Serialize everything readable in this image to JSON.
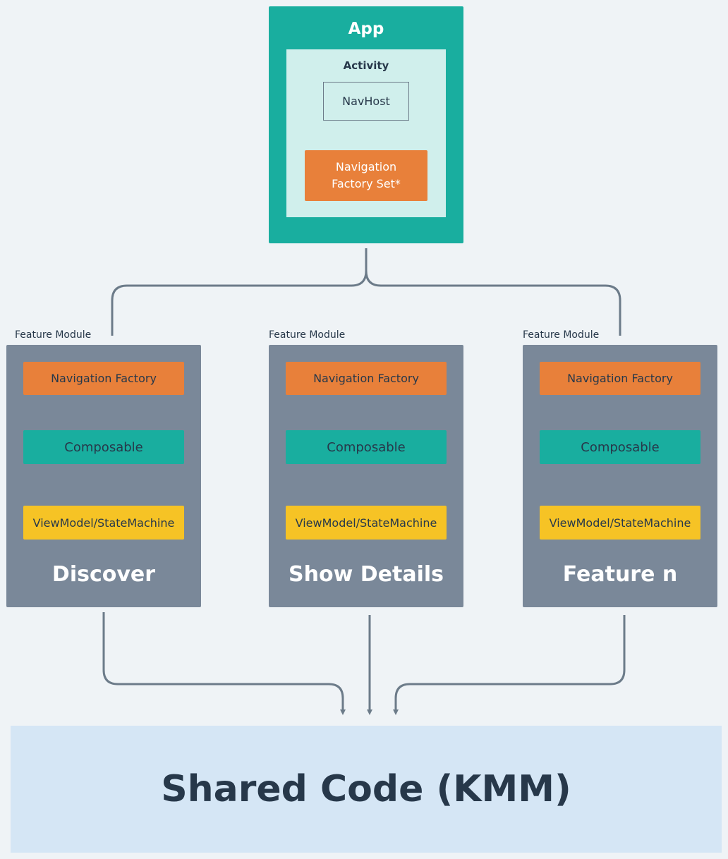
{
  "app": {
    "title": "App",
    "activity": {
      "title": "Activity",
      "navhost": "NavHost",
      "nav_factory_set_line1": "Navigation",
      "nav_factory_set_line2": "Factory Set*"
    }
  },
  "modules": [
    {
      "label": "Feature Module",
      "nav_factory": "Navigation Factory",
      "composable": "Composable",
      "viewmodel": "ViewModel/StateMachine",
      "title": "Discover"
    },
    {
      "label": "Feature Module",
      "nav_factory": "Navigation Factory",
      "composable": "Composable",
      "viewmodel": "ViewModel/StateMachine",
      "title": "Show Details"
    },
    {
      "label": "Feature Module",
      "nav_factory": "Navigation Factory",
      "composable": "Composable",
      "viewmodel": "ViewModel/StateMachine",
      "title": "Feature n"
    }
  ],
  "shared": {
    "title": "Shared Code (KMM)"
  },
  "colors": {
    "background": "#eff3f6",
    "teal": "#19ae9f",
    "light_teal": "#d0efec",
    "orange": "#e8803a",
    "yellow": "#f6c325",
    "module_gray": "#7a8899",
    "connector": "#6c7b89",
    "shared_blue": "#d5e6f5",
    "dark_text": "#27384a"
  }
}
